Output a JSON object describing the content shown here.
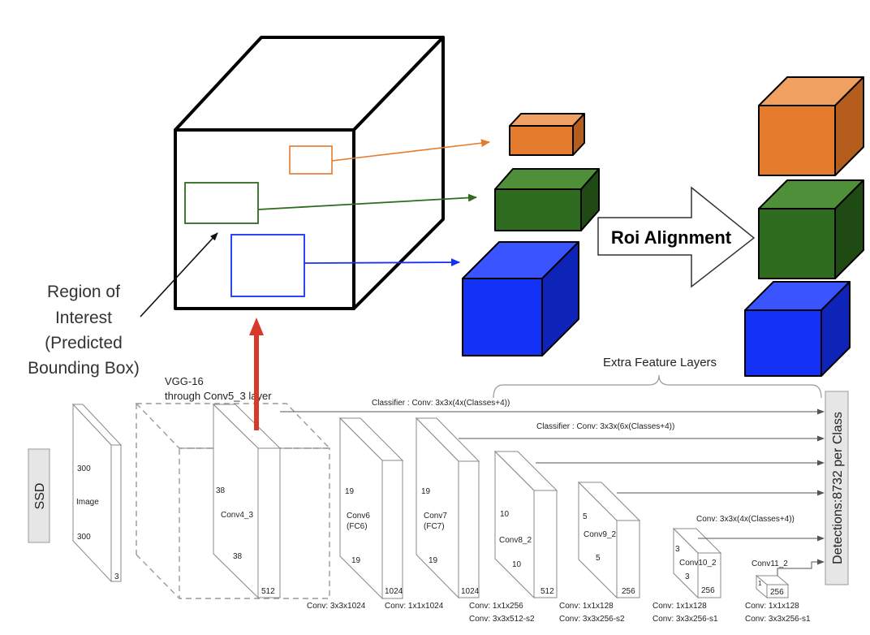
{
  "roi": {
    "label_lines": [
      "Region of",
      "Interest",
      "(Predicted",
      "Bounding Box)"
    ],
    "alignment_label": "Roi Alignment"
  },
  "colors": {
    "orange": "#e57b2d",
    "green": "#2e6b1f",
    "blue": "#1432f5",
    "red_arrow": "#d9392b",
    "orange_box": "#e8962e",
    "green_box": "#3f7d2a",
    "blue_box": "#2a45e0"
  },
  "ssd": {
    "side_label": "SSD",
    "vgg_label_lines": [
      "VGG-16",
      "through Conv5_3 layer"
    ],
    "extra_layers_label": "Extra Feature Layers",
    "detections_label": "Detections:8732  per Class",
    "image_block": {
      "name": "Image",
      "top": "300",
      "bottom": "300",
      "depth": "3"
    },
    "conv4_3": {
      "name": "Conv4_3",
      "top": "38",
      "bottom": "38",
      "depth": "512"
    },
    "conv6": {
      "name_lines": [
        "Conv6",
        "(FC6)"
      ],
      "top": "19",
      "bottom": "19",
      "depth": "1024"
    },
    "conv7": {
      "name_lines": [
        "Conv7",
        "(FC7)"
      ],
      "top": "19",
      "bottom": "19",
      "depth": "1024"
    },
    "conv8_2": {
      "name": "Conv8_2",
      "top": "10",
      "bottom": "10",
      "depth": "512"
    },
    "conv9_2": {
      "name": "Conv9_2",
      "top": "5",
      "bottom": "5",
      "depth": "256"
    },
    "conv10_2": {
      "name": "Conv10_2",
      "top": "3",
      "bottom": "3",
      "depth": "256"
    },
    "conv11_2": {
      "name": "Conv11_2",
      "top": "1",
      "depth": "256"
    },
    "classifiers": [
      "Classifier : Conv: 3x3x(4x(Classes+4))",
      "Classifier : Conv: 3x3x(6x(Classes+4))",
      "Conv: 3x3x(4x(Classes+4))"
    ],
    "bottom_labels": [
      [
        "Conv: 3x3x1024"
      ],
      [
        "Conv: 1x1x1024"
      ],
      [
        "Conv:  1x1x256",
        "Conv:  3x3x512-s2"
      ],
      [
        "Conv:  1x1x128",
        "Conv:  3x3x256-s2"
      ],
      [
        "Conv:  1x1x128",
        "Conv:  3x3x256-s1"
      ],
      [
        "Conv:  1x1x128",
        "Conv:  3x3x256-s1"
      ]
    ]
  }
}
